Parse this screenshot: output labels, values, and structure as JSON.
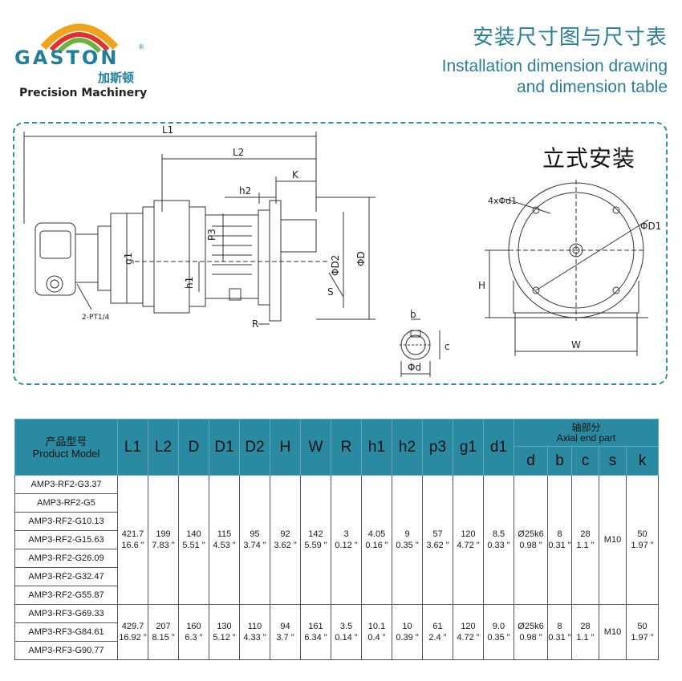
{
  "brand": {
    "name": "GASTON",
    "cn": "加斯顿",
    "tagline": "Precision Machinery",
    "reg": "®"
  },
  "title": {
    "cn": "安装尺寸图与尺寸表",
    "en_line1": "Installation dimension drawing",
    "en_line2": "and dimension table"
  },
  "drawing": {
    "mount_label": "立式安装",
    "labels": {
      "L1": "L1",
      "L2": "L2",
      "K": "K",
      "h2": "h2",
      "P3": "P3",
      "g1": "g1",
      "h1": "h1",
      "D2": "ΦD2",
      "D": "ΦD",
      "S": "S",
      "R": "R",
      "pt": "2-PT1/4",
      "b": "b",
      "c": "c",
      "d": "Φd",
      "d1": "4xΦd1",
      "D1": "ΦD1",
      "H": "H",
      "W": "W"
    }
  },
  "table": {
    "model_header_cn": "产品型号",
    "model_header_en": "Product Model",
    "axial_cn": "轴部分",
    "axial_en": "Axial end part",
    "columns": [
      "L1",
      "L2",
      "D",
      "D1",
      "D2",
      "H",
      "W",
      "R",
      "h1",
      "h2",
      "p3",
      "g1",
      "d1"
    ],
    "axial_columns": [
      "d",
      "b",
      "c",
      "s",
      "k"
    ],
    "groups": [
      {
        "models": [
          "AMP3-RF2-G3.37",
          "AMP3-RF2-G5",
          "AMP3-RF2-G10.13",
          "AMP3-RF2-G15.63",
          "AMP3-RF2-G26.09",
          "AMP3-RF2-G32.47",
          "AMP3-RF2-G55.87"
        ],
        "values": [
          [
            "421.7",
            "16.6 \""
          ],
          [
            "199",
            "7.83 \""
          ],
          [
            "140",
            "5.51 \""
          ],
          [
            "115",
            "4.53 \""
          ],
          [
            "95",
            "3.74 \""
          ],
          [
            "92",
            "3.62 \""
          ],
          [
            "142",
            "5.59 \""
          ],
          [
            "3",
            "0.12 \""
          ],
          [
            "4.05",
            "0.16 \""
          ],
          [
            "9",
            "0.35 \""
          ],
          [
            "57",
            "3.62 \""
          ],
          [
            "120",
            "4.72 \""
          ],
          [
            "8.5",
            "0.33 \""
          ],
          [
            "Ø25k6",
            "0.98 \""
          ],
          [
            "8",
            "0.31 \""
          ],
          [
            "28",
            "1.1 \""
          ],
          [
            "M10",
            ""
          ],
          [
            "50",
            "1.97 \""
          ]
        ]
      },
      {
        "models": [
          "AMP3-RF3-G69.33",
          "AMP3-RF3-G84.61",
          "AMP3-RF3-G90.77"
        ],
        "values": [
          [
            "429.7",
            "16.92 \""
          ],
          [
            "207",
            "8.15 \""
          ],
          [
            "160",
            "6.3 \""
          ],
          [
            "130",
            "5.12 \""
          ],
          [
            "110",
            "4.33 \""
          ],
          [
            "94",
            "3.7 \""
          ],
          [
            "161",
            "6.34 \""
          ],
          [
            "3.5",
            "0.14 \""
          ],
          [
            "10.1",
            "0.4 \""
          ],
          [
            "10",
            "0.39 \""
          ],
          [
            "61",
            "2.4 \""
          ],
          [
            "120",
            "4.72 \""
          ],
          [
            "9.0",
            "0.35 \""
          ],
          [
            "Ø25k6",
            "0.98 \""
          ],
          [
            "8",
            "0.31 \""
          ],
          [
            "28",
            "1.1 \""
          ],
          [
            "M10",
            ""
          ],
          [
            "50",
            "1.97 \""
          ]
        ]
      }
    ]
  }
}
